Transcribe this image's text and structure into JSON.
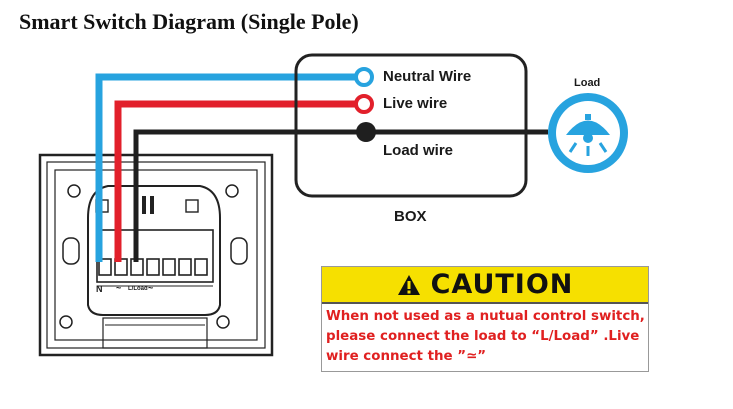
{
  "title": "Smart Switch Diagram (Single Pole)",
  "labels": {
    "neutral": "Neutral Wire",
    "live": "Live wire",
    "load_wire": "Load wire",
    "box": "BOX",
    "load": "Load",
    "terminal_n": "N",
    "terminal_live_symbol": "~",
    "terminal_load": "L/Load",
    "terminal_live_symbol_2": "~"
  },
  "caution": {
    "heading": "CAUTION",
    "lines": [
      "When not used as a nutual control switch,",
      "please connect the load to “L/Load” .Live",
      "wire connect the ”≃”"
    ]
  },
  "colors": {
    "neutral": "#27a3df",
    "live": "#e2202b",
    "load": "#1f1f1f",
    "caution_bg": "#f6e000",
    "caution_text": "#e02020",
    "lamp": "#27a3df"
  }
}
